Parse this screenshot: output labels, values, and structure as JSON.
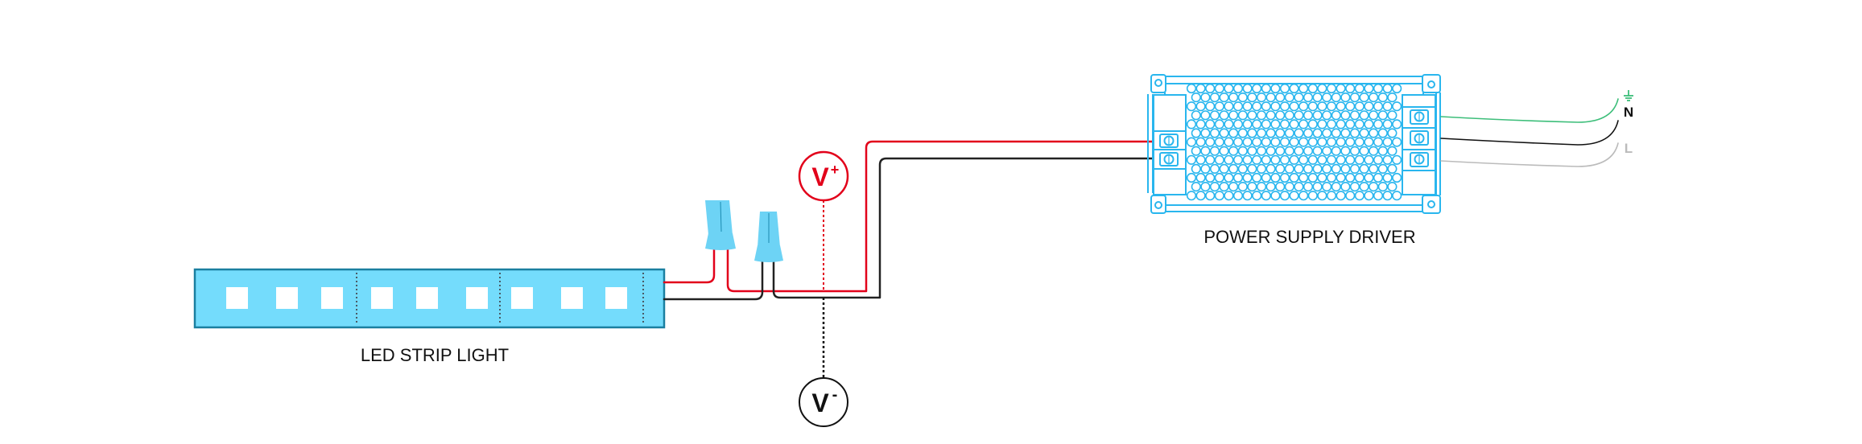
{
  "components": {
    "led_strip": {
      "label": "LED STRIP LIGHT",
      "led_count": 9,
      "segments": 3,
      "color_fill": "#74DCFC",
      "color_border": "#1A7FA0"
    },
    "power_supply": {
      "label": "POWER SUPPLY DRIVER",
      "color": "#29B6EE",
      "dc_output_terminals": 2,
      "ac_input_terminals": 3
    },
    "wire_nuts": {
      "count": 2,
      "color": "#6DD3F5"
    }
  },
  "meters": {
    "positive": {
      "symbol": "V",
      "sign": "+",
      "color": "#E2001A"
    },
    "negative": {
      "symbol": "V",
      "sign": "-",
      "color": "#111111"
    }
  },
  "ac_inputs": [
    {
      "name": "ground",
      "label": "⏚",
      "color": "#3DBE7A"
    },
    {
      "name": "neutral",
      "label": "N",
      "color": "#111111"
    },
    {
      "name": "line",
      "label": "L",
      "color": "#BBBBBB"
    }
  ],
  "wires": {
    "positive_color": "#E2001A",
    "negative_color": "#222222"
  }
}
